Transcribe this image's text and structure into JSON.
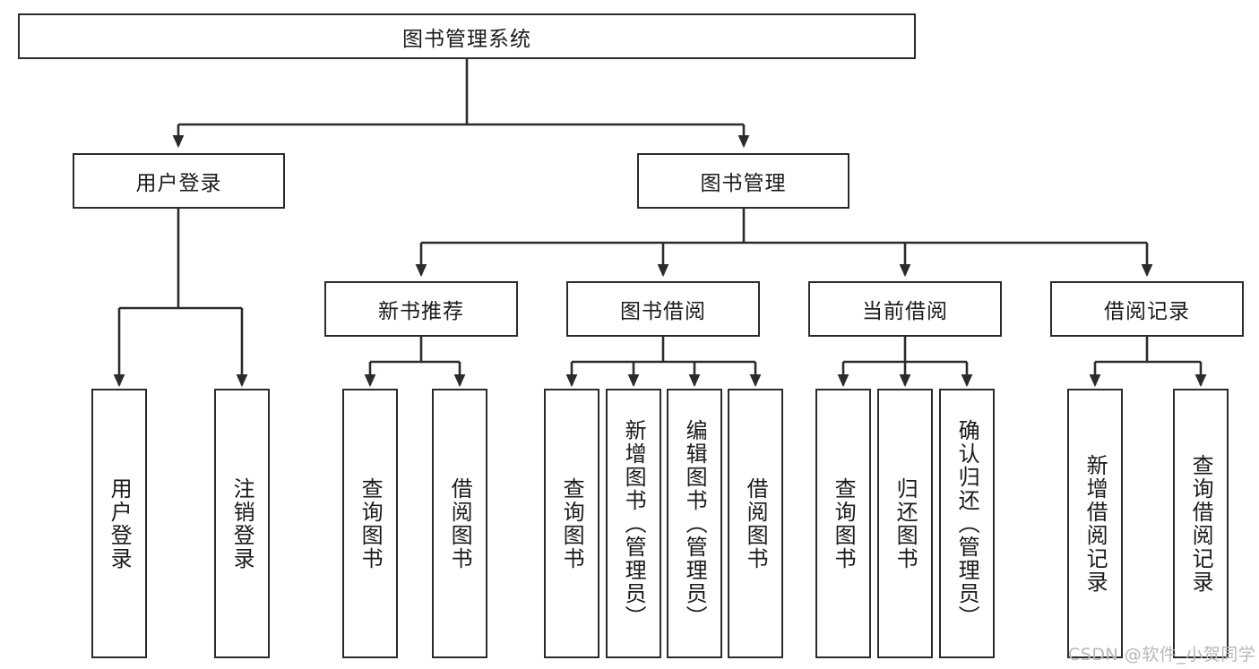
{
  "diagram": {
    "title_node": {
      "label": "图书管理系统"
    },
    "level2": [
      {
        "id": "user-login",
        "label": "用户登录"
      },
      {
        "id": "book-management",
        "label": "图书管理"
      }
    ],
    "level3": [
      {
        "id": "new-book-recommend",
        "label": "新书推荐"
      },
      {
        "id": "book-borrow",
        "label": "图书借阅"
      },
      {
        "id": "current-borrow",
        "label": "当前借阅"
      },
      {
        "id": "borrow-record",
        "label": "借阅记录"
      }
    ],
    "leaves": {
      "user_login": [
        {
          "id": "leaf-user-login",
          "label": "用户登录"
        },
        {
          "id": "leaf-logout-login",
          "label": "注销登录"
        }
      ],
      "new_book_recommend": [
        {
          "id": "leaf-query-book-1",
          "label": "查询图书"
        },
        {
          "id": "leaf-borrow-book-1",
          "label": "借阅图书"
        }
      ],
      "book_borrow": [
        {
          "id": "leaf-query-book-2",
          "label": "查询图书"
        },
        {
          "id": "leaf-add-book",
          "label": "新增图书（管理员）"
        },
        {
          "id": "leaf-edit-book",
          "label": "编辑图书（管理员）"
        },
        {
          "id": "leaf-borrow-book-2",
          "label": "借阅图书"
        }
      ],
      "current_borrow": [
        {
          "id": "leaf-query-book-3",
          "label": "查询图书"
        },
        {
          "id": "leaf-return-book",
          "label": "归还图书"
        },
        {
          "id": "leaf-confirm-return",
          "label": "确认归还（管理员）"
        }
      ],
      "borrow_record": [
        {
          "id": "leaf-add-record",
          "label": "新增借阅记录"
        },
        {
          "id": "leaf-query-record",
          "label": "查询借阅记录"
        }
      ]
    },
    "watermark": "CSDN @软件_小贺同学",
    "colors": {
      "stroke": "#2b2b2b",
      "fill": "#ffffff",
      "text": "#1a1a1a",
      "watermark": "#b8b8b8"
    }
  }
}
